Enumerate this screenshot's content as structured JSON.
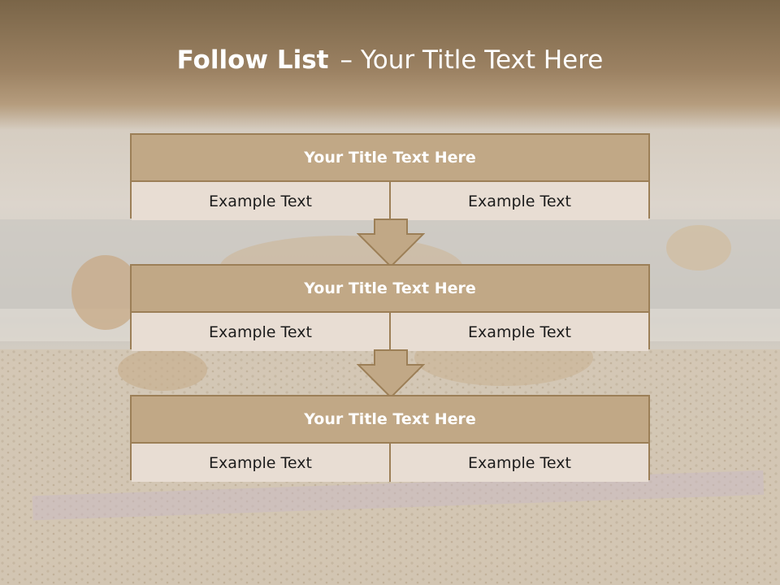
{
  "slide": {
    "title_bold": "Follow List",
    "title_sep": "–",
    "title_rest": "Your Title Text Here"
  },
  "steps": [
    {
      "title": "Your Title Text Here",
      "left": "Example Text",
      "right": "Example Text"
    },
    {
      "title": "Your Title Text Here",
      "left": "Example Text",
      "right": "Example Text"
    },
    {
      "title": "Your Title Text Here",
      "left": "Example Text",
      "right": "Example Text"
    }
  ],
  "colors": {
    "header_fill": "#c1a886",
    "border": "#9c7f57",
    "cell_fill": "#e8ddd3",
    "arrow_fill": "#c1a886"
  }
}
